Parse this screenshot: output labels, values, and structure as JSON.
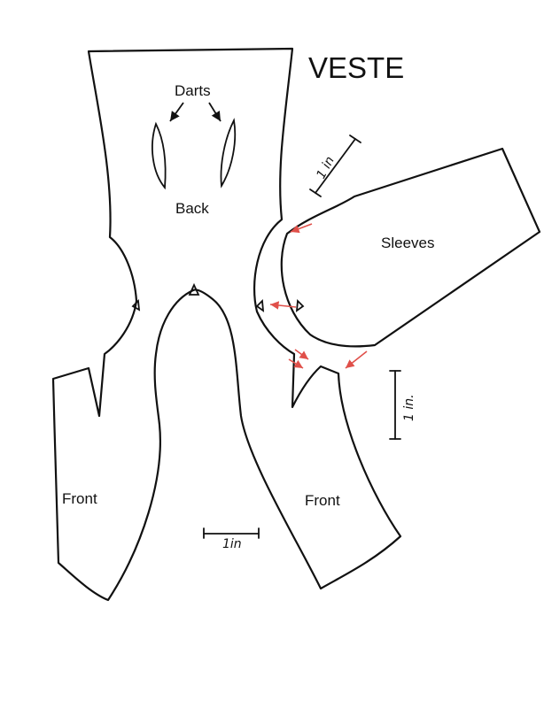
{
  "title": "VESTE",
  "labels": {
    "darts": "Darts",
    "back": "Back",
    "sleeves": "Sleeves",
    "front_left": "Front",
    "front_right": "Front"
  },
  "scales": {
    "diagonal": "1 in",
    "vertical": "1 in.",
    "horizontal": "1in"
  },
  "colors": {
    "ink": "#111111",
    "alignment_arrows": "#e0504a"
  }
}
